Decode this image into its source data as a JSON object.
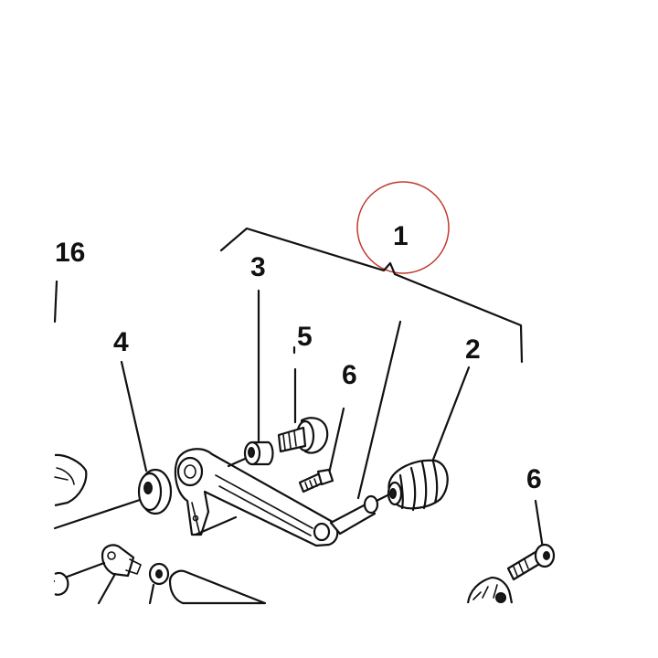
{
  "callouts": {
    "c1": "1",
    "c2": "2",
    "c3": "3",
    "c4": "4",
    "c5": "5",
    "c6a": "6",
    "c6b": "6",
    "c16": "16"
  },
  "highlight_color": "#c0392b",
  "line_color": "#111111"
}
